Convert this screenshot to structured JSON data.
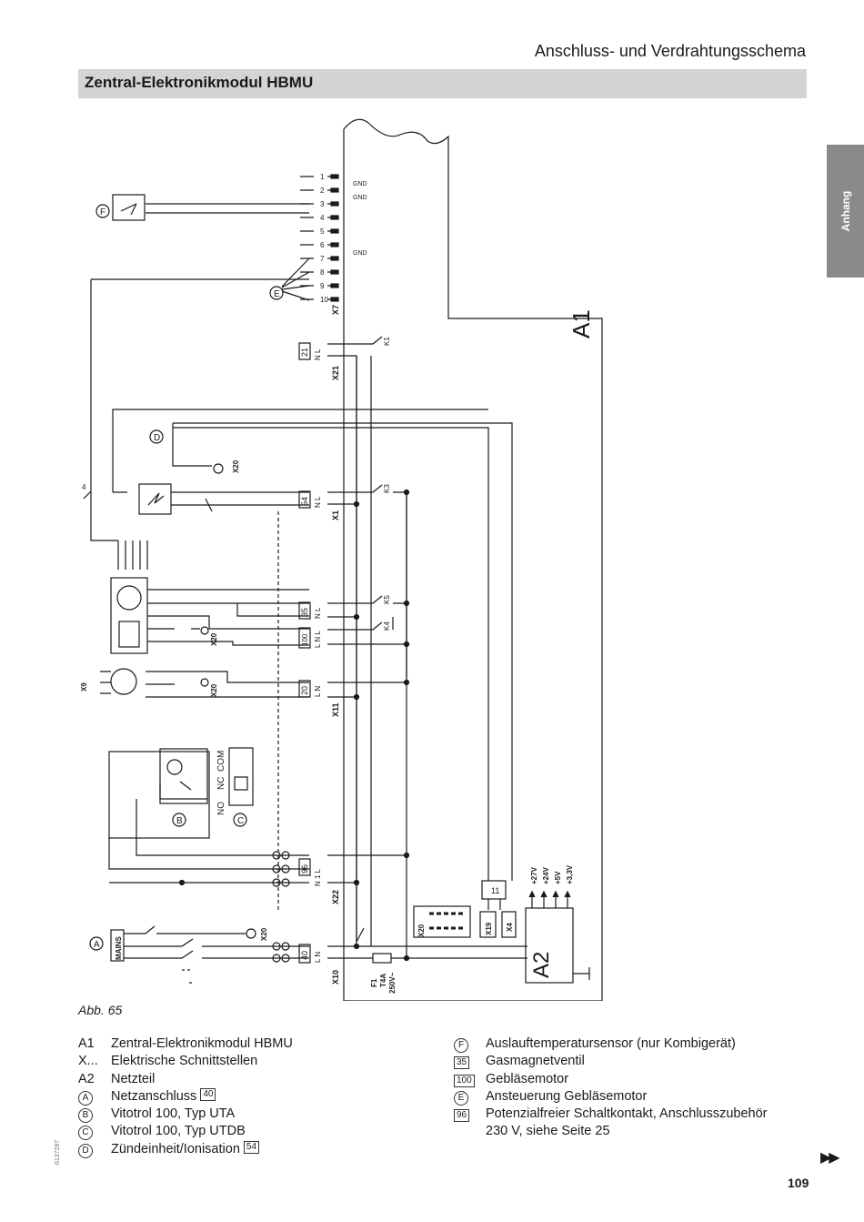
{
  "header": {
    "chapter": "Anschluss- und Verdrahtungsschema",
    "section": "Zentral-Elektronikmodul HBMU",
    "tab": "Anhang"
  },
  "diagram": {
    "module_label": "A1",
    "psu_label": "A2",
    "x7": {
      "label": "X7",
      "pins": [
        "1",
        "2",
        "3",
        "4",
        "5",
        "6",
        "7",
        "8",
        "9",
        "10"
      ],
      "gnd": "GND"
    },
    "x21": {
      "label": "X21",
      "box": "21",
      "pins": "N L"
    },
    "x1": {
      "label": "X1",
      "box": "54",
      "pins": "N L"
    },
    "x4x": {
      "box35": "35",
      "box100": "100",
      "pins35": "N L",
      "pins100": "L N L"
    },
    "x11": {
      "label": "X11",
      "box": "20",
      "pins": "L N"
    },
    "x22": {
      "label": "X22",
      "box": "96",
      "pins": "N 1 L"
    },
    "x10": {
      "label": "X10",
      "box": "40",
      "pins": "L N"
    },
    "relays": [
      "K1",
      "K3",
      "K5",
      "K4"
    ],
    "x20": "X20",
    "x9": "X9",
    "x19": "X19",
    "x4": "X4",
    "box11": "11",
    "voltages": [
      "+27V",
      "+24V",
      "+5V",
      "+3,3V"
    ],
    "fuse": [
      "F1",
      "T4A",
      "250V~"
    ],
    "mains": "MAINS",
    "nc_com": [
      "NC",
      "COM"
    ],
    "no": "NO",
    "markers": [
      "A",
      "B",
      "C",
      "D",
      "E",
      "F"
    ],
    "wire_count": "4"
  },
  "caption": "Abb. 65",
  "legend_left": [
    {
      "key": "A1",
      "text": "Zentral-Elektronikmodul HBMU"
    },
    {
      "key": "X...",
      "text": "Elektrische Schnittstellen"
    },
    {
      "key": "A2",
      "text": "Netzteil"
    },
    {
      "key": "A",
      "text": "Netzanschluss",
      "ref": "40"
    },
    {
      "key": "B",
      "text": "Vitotrol 100, Typ UTA"
    },
    {
      "key": "C",
      "text": "Vitotrol 100, Typ UTDB"
    },
    {
      "key": "D",
      "text": "Zündeinheit/Ionisation",
      "ref": "54"
    }
  ],
  "legend_right": [
    {
      "key": "F",
      "text": "Auslauftemperatursensor (nur Kombigerät)"
    },
    {
      "key": "35",
      "text": "Gasmagnetventil"
    },
    {
      "key": "100",
      "text": "Gebläsemotor"
    },
    {
      "key": "E",
      "text": "Ansteuerung Gebläsemotor"
    },
    {
      "key": "96",
      "text": "Potenzialfreier Schaltkontakt, Anschlusszubehör"
    },
    {
      "key": "",
      "text": "230 V, siehe Seite 25"
    }
  ],
  "footer": {
    "doc_number": "6137287",
    "page": "109",
    "next": "▶▶"
  }
}
